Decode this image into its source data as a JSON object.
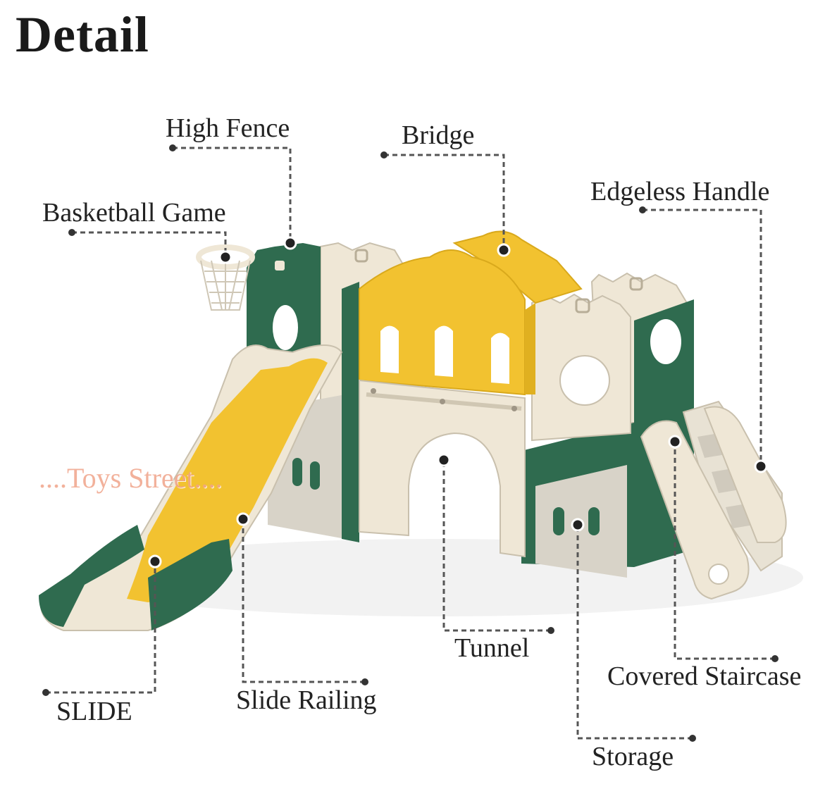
{
  "title": "Detail",
  "watermark": "....Toys Street....",
  "labels": {
    "high_fence": "High Fence",
    "bridge": "Bridge",
    "edgeless_handle": "Edgeless Handle",
    "basketball_game": "Basketball Game",
    "slide": "SLIDE",
    "slide_railing": "Slide Railing",
    "tunnel": "Tunnel",
    "covered_staircase": "Covered Staircase",
    "storage": "Storage"
  },
  "colors": {
    "green": "#2f6b4f",
    "yellow": "#f2c230",
    "cream": "#efe7d6",
    "grey": "#d8d3c8"
  }
}
